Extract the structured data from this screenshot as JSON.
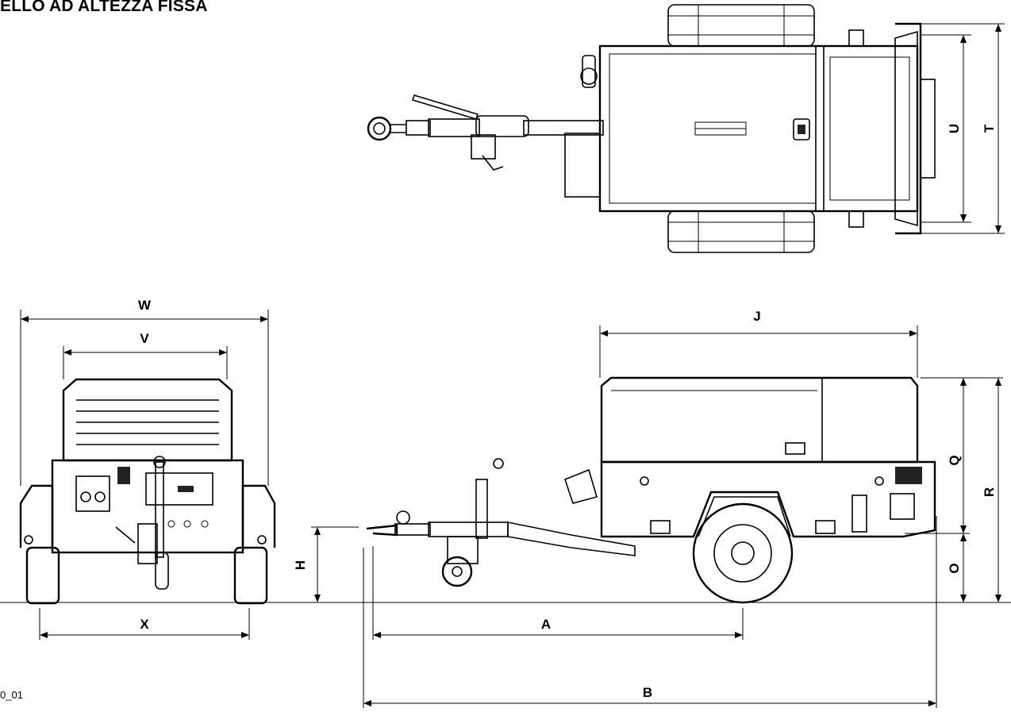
{
  "title": "ELLO AD ALTEZZA FISSA",
  "drawing_code": "0_01",
  "dimensions": {
    "W": "W",
    "V": "V",
    "X": "X",
    "H": "H",
    "A": "A",
    "B": "B",
    "J": "J",
    "O": "O",
    "Q": "Q",
    "R": "R",
    "T": "T",
    "U": "U"
  }
}
